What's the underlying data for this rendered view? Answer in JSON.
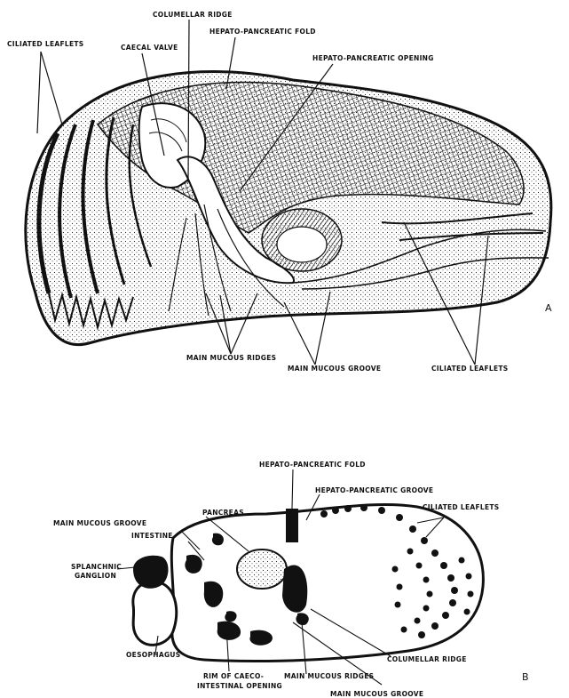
{
  "panel_a": {
    "letter": "A",
    "labels": {
      "columellar_ridge": "COLUMELLAR RIDGE",
      "ciliated_leaflets_top": "CILIATED LEAFLETS",
      "caecal_valve": "CAECAL VALVE",
      "hepato_pancreatic_fold": "HEPATO-PANCREATIC FOLD",
      "hepato_pancreatic_opening": "HEPATO-PANCREATIC OPENING",
      "main_mucous_ridges": "MAIN MUCOUS RIDGES",
      "main_mucous_groove": "MAIN MUCOUS GROOVE",
      "ciliated_leaflets_bottom": "CILIATED LEAFLETS"
    }
  },
  "panel_b": {
    "letter": "B",
    "labels": {
      "hepato_pancreatic_fold": "HEPATO-PANCREATIC FOLD",
      "hepato_pancreatic_groove": "HEPATO-PANCREATIC GROOVE",
      "ciliated_leaflets": "CILIATED LEAFLETS",
      "pancreas": "PANCREAS",
      "main_mucous_groove_top": "MAIN MUCOUS GROOVE",
      "intestine": "INTESTINE",
      "splanchnic_ganglion_1": "SPLANCHNIC",
      "splanchnic_ganglion_2": "GANGLION",
      "oesophagus": "OESOPHAGUS",
      "rim_1": "RIM OF CAECO-",
      "rim_2": "INTESTINAL OPENING",
      "main_mucous_ridges": "MAIN MUCOUS RIDGES",
      "columellar_ridge": "COLUMELLAR RIDGE",
      "main_mucous_groove_bottom": "MAIN MUCOUS GROOVE"
    }
  }
}
